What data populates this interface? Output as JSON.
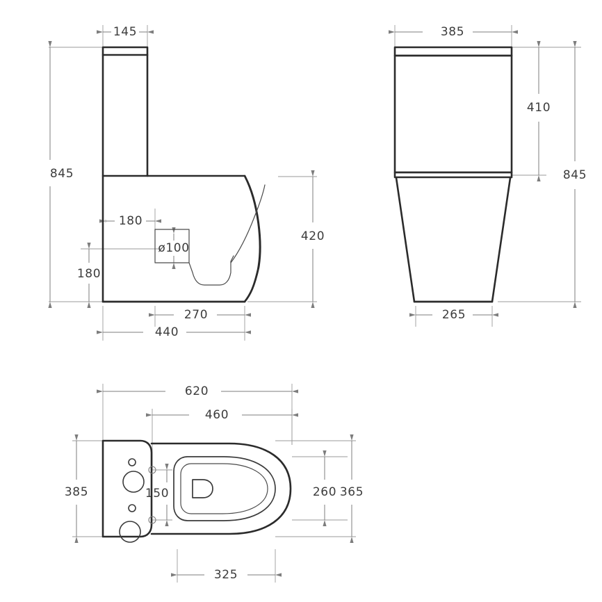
{
  "drawing": {
    "title": "Toilet technical dimension drawing",
    "units": "mm",
    "line_color": "#2b2b2b",
    "dimension_color": "#7d7d7d",
    "text_color": "#3c3c3c",
    "background": "#ffffff"
  },
  "views": {
    "side": {
      "name": "side-elevation",
      "dimensions": {
        "cistern_width": "145",
        "total_height": "845",
        "bowl_height": "420",
        "outlet_offset": "180",
        "outlet_height": "180",
        "outlet_diameter": "ø100",
        "bowl_depth": "270",
        "total_depth": "440"
      }
    },
    "front": {
      "name": "front-elevation",
      "dimensions": {
        "cistern_width": "385",
        "cistern_height": "410",
        "total_height": "845",
        "foot_width": "265"
      }
    },
    "plan": {
      "name": "plan-top-view",
      "dimensions": {
        "total_length": "620",
        "bowl_length": "460",
        "overall_width": "385",
        "bolt_spacing": "150",
        "seat_width": "260",
        "body_width": "365",
        "bowl_opening": "325"
      }
    }
  },
  "labels": {
    "d145": "145",
    "d845_side": "845",
    "d180_horizontal": "180",
    "d100": "ø100",
    "d180_vertical": "180",
    "d420": "420",
    "d270": "270",
    "d440": "440",
    "d385_front": "385",
    "d410": "410",
    "d845_front": "845",
    "d265": "265",
    "d620": "620",
    "d460": "460",
    "d385_plan": "385",
    "d150": "150",
    "d260": "260",
    "d365": "365",
    "d325": "325"
  }
}
